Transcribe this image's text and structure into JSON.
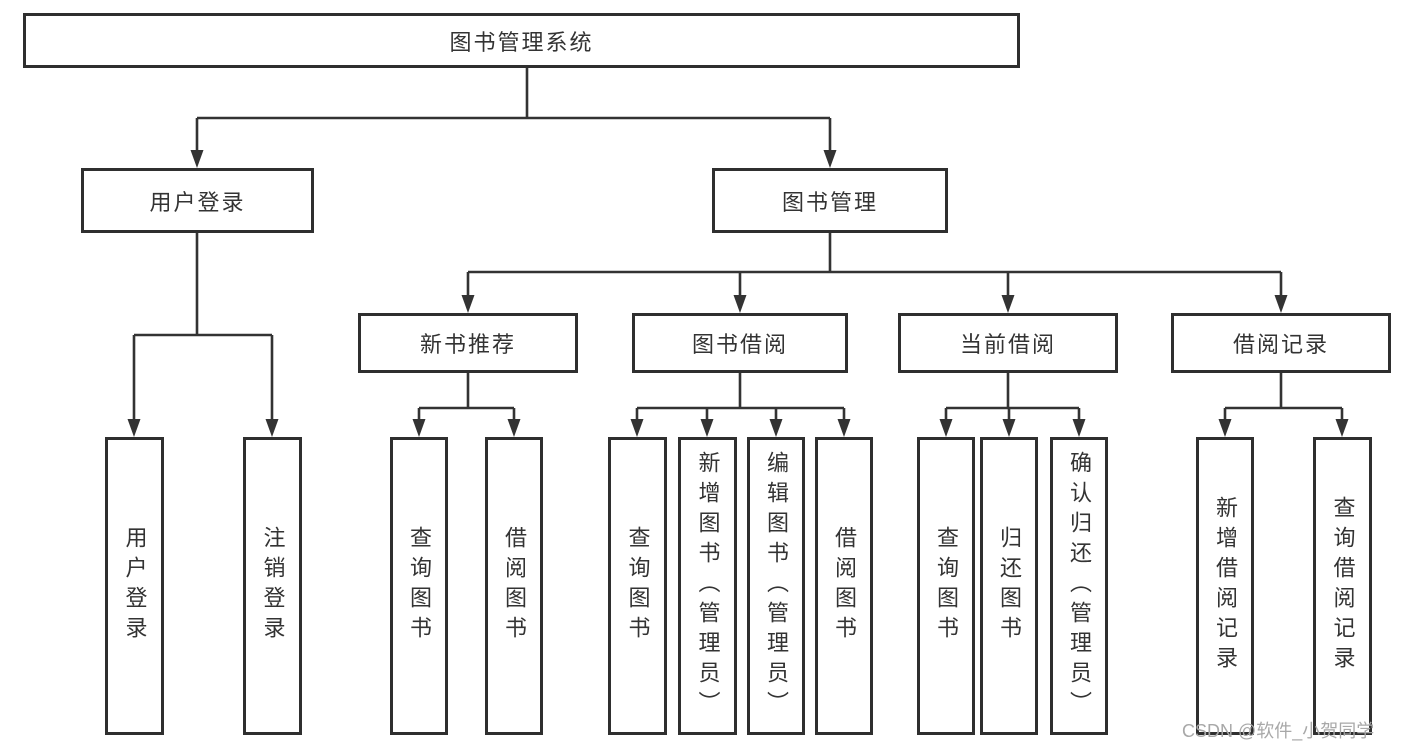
{
  "diagram": {
    "root": {
      "label": "图书管理系统"
    },
    "branches": [
      {
        "label": "用户登录",
        "children": [
          {
            "label": "用户登录"
          },
          {
            "label": "注销登录"
          }
        ]
      },
      {
        "label": "图书管理",
        "children": [
          {
            "label": "新书推荐",
            "children": [
              {
                "label": "查询图书"
              },
              {
                "label": "借阅图书"
              }
            ]
          },
          {
            "label": "图书借阅",
            "children": [
              {
                "label": "查询图书"
              },
              {
                "label": "新增图书（管理员）"
              },
              {
                "label": "编辑图书（管理员）"
              },
              {
                "label": "借阅图书"
              }
            ]
          },
          {
            "label": "当前借阅",
            "children": [
              {
                "label": "查询图书"
              },
              {
                "label": "归还图书"
              },
              {
                "label": "确认归还（管理员）"
              }
            ]
          },
          {
            "label": "借阅记录",
            "children": [
              {
                "label": "新增借阅记录"
              },
              {
                "label": "查询借阅记录"
              }
            ]
          }
        ]
      }
    ],
    "watermark": "CSDN @软件_小贺同学"
  },
  "theme": {
    "line_color": "#333333",
    "box_border_color": "#2f2f2f",
    "text_color": "#333333",
    "background_color": "#ffffff",
    "watermark_color": "#a8a8a8"
  }
}
